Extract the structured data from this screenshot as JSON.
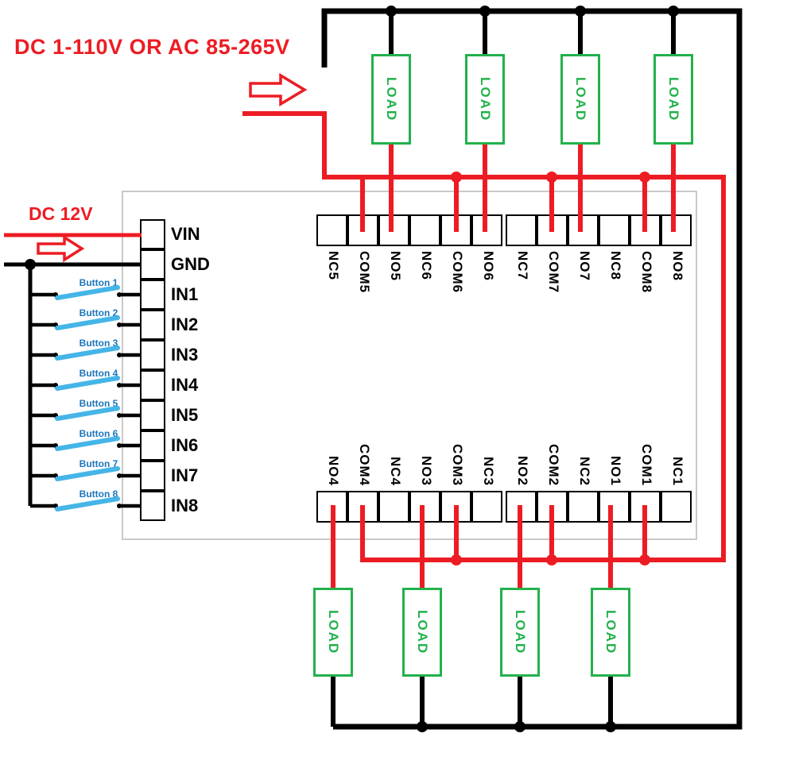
{
  "labels": {
    "ac_source": "DC 1-110V OR AC 85-265V",
    "dc_source": "DC 12V"
  },
  "colors": {
    "wire_black": "#000000",
    "wire_red": "#ed1c24",
    "load_green": "#22b14c",
    "button_lever_blue": "#45b5e7",
    "button_label_blue": "#1b75bc"
  },
  "left_block": {
    "terminals": [
      "VIN",
      "GND",
      "IN1",
      "IN2",
      "IN3",
      "IN4",
      "IN5",
      "IN6",
      "IN7",
      "IN8"
    ]
  },
  "buttons": [
    "Button 1",
    "Button 2",
    "Button 3",
    "Button 4",
    "Button 5",
    "Button 6",
    "Button 7",
    "Button 8"
  ],
  "top_strip": {
    "labels": [
      "NC5",
      "COM5",
      "NO5",
      "NC6",
      "COM6",
      "NO6",
      "NC7",
      "COM7",
      "NO7",
      "NC8",
      "COM8",
      "NO8"
    ]
  },
  "bottom_strip": {
    "labels": [
      "NO4",
      "COM4",
      "NC4",
      "NO3",
      "COM3",
      "NC3",
      "NO2",
      "COM2",
      "NC2",
      "NO1",
      "COM1",
      "NC1"
    ]
  },
  "loads": {
    "top": [
      "LOAD",
      "LOAD",
      "LOAD",
      "LOAD"
    ],
    "bottom": [
      "LOAD",
      "LOAD",
      "LOAD",
      "LOAD"
    ]
  }
}
